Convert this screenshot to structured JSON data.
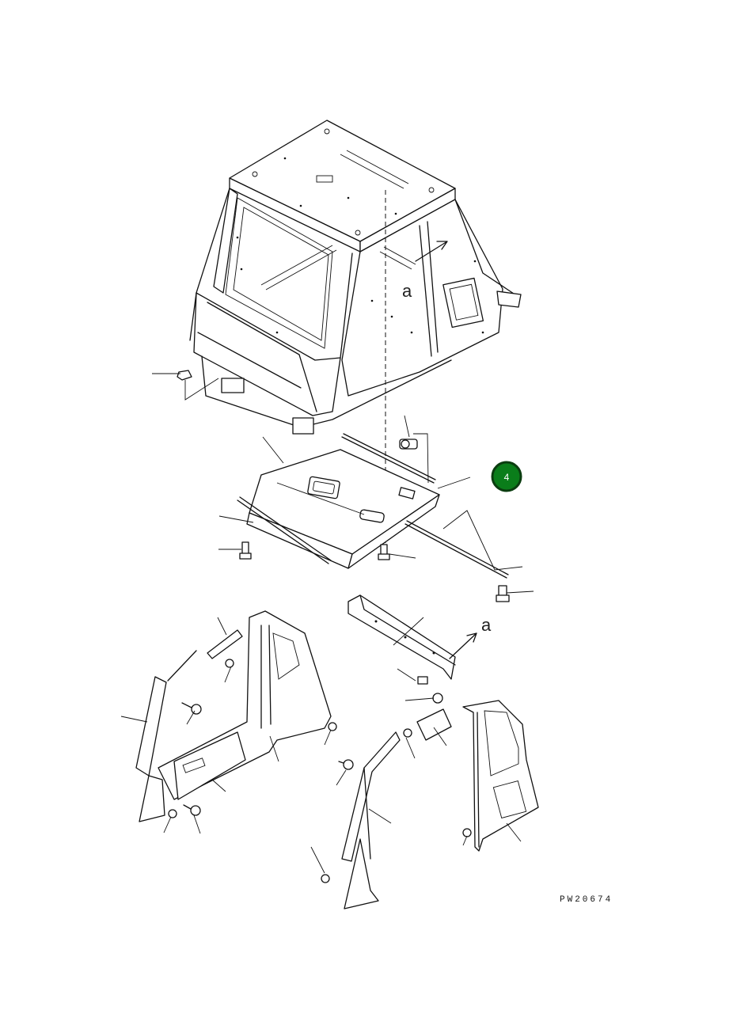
{
  "diagram": {
    "drawing_code": "PW20674",
    "view_label_upper": "a",
    "view_label_lower": "a",
    "badge": {
      "number": "4",
      "fill": "#0a7d1a",
      "ring": "#0b3d10"
    }
  }
}
